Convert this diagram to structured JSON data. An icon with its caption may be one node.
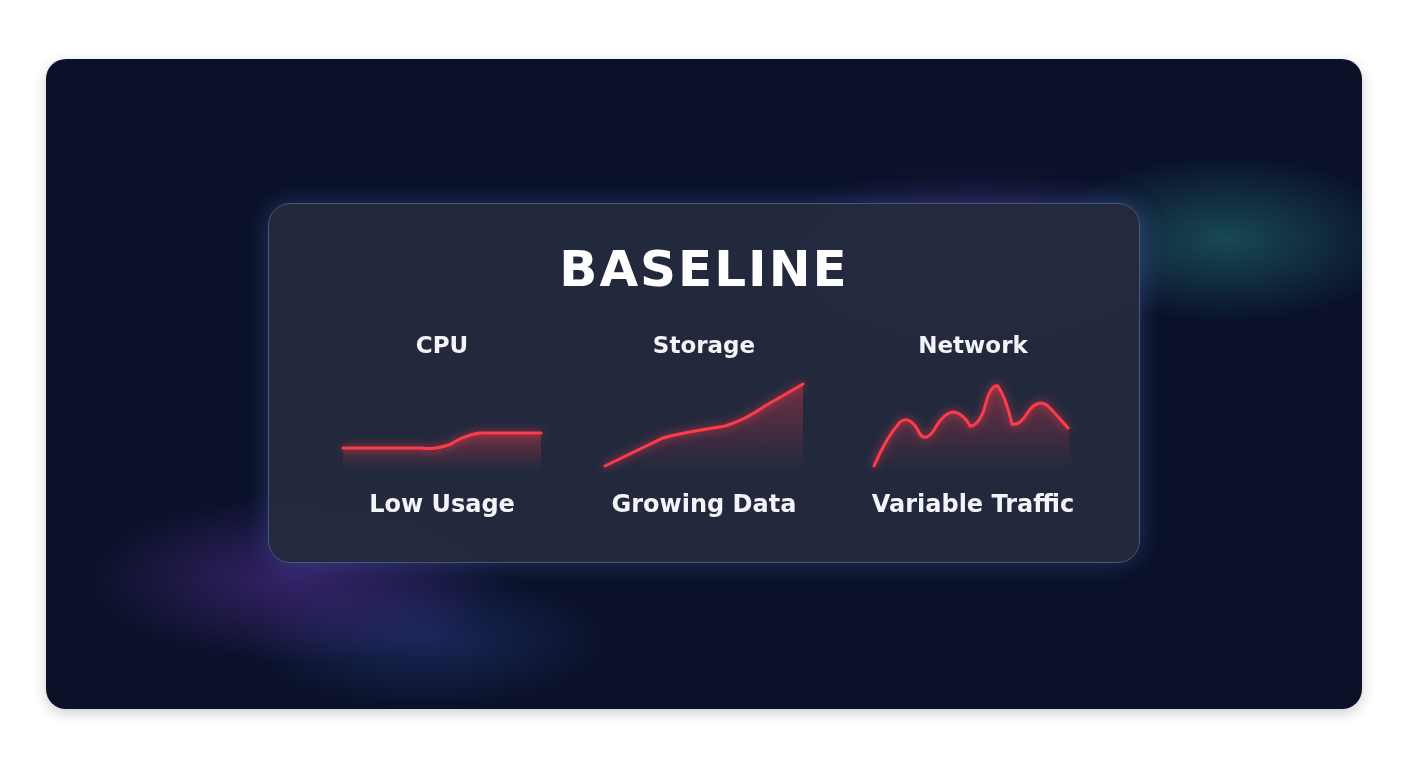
{
  "diagram": {
    "nodes": [
      {
        "text": [
          "BASELINE"
        ]
      }
    ],
    "labels": [
      "CPU",
      "Storage",
      "Network",
      "Low Usage",
      "Growing Data",
      "Variable Traffic"
    ]
  }
}
